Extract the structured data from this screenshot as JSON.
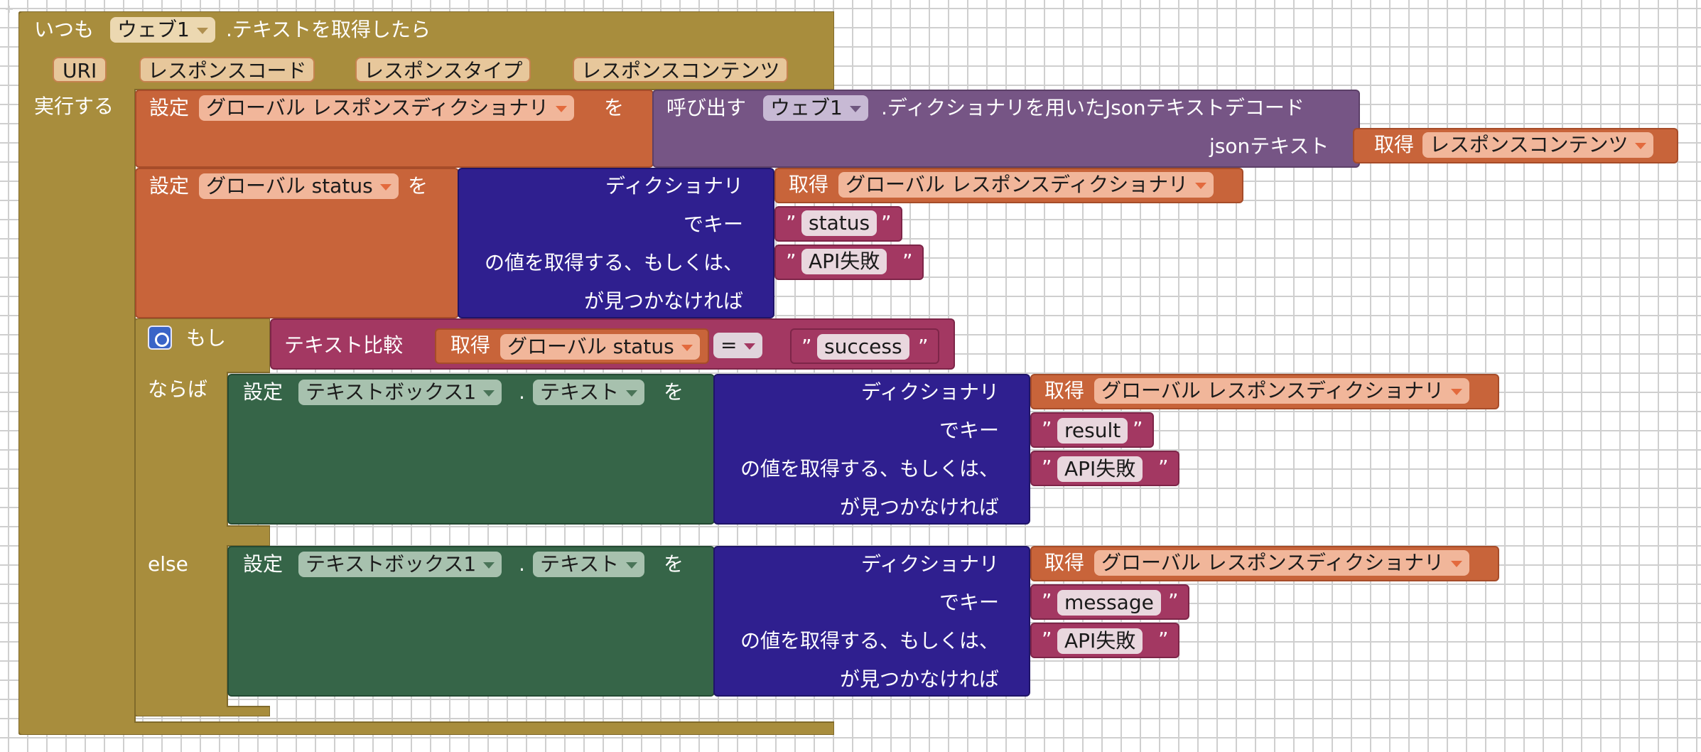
{
  "event": {
    "prefix": "いつも",
    "component": "ウェブ1",
    "suffix": ".テキストを取得したら",
    "params": [
      "URI",
      "レスポンスコード",
      "レスポンスタイプ",
      "レスポンスコンテンツ"
    ],
    "do_label": "実行する"
  },
  "stmt1": {
    "set_label": "設定",
    "var": "グローバル レスポンスディクショナリ",
    "to_label": "を",
    "call_label": "呼び出す",
    "call_component": "ウェブ1",
    "call_method": ".ディクショナリを用いたJsonテキストデコード",
    "json_label": "jsonテキスト",
    "get_label": "取得",
    "get_var": "レスポンスコンテンツ"
  },
  "stmt2": {
    "set_label": "設定",
    "var": "グローバル status",
    "to_label": "を",
    "dict_label": "ディクショナリ",
    "key_label": "でキー",
    "default_label": "の値を取得する、もしくは、",
    "notfound_label": "が見つかなければ",
    "get_label": "取得",
    "get_var": "グローバル レスポンスディクショナリ",
    "key_value": "status",
    "default_value": "API失敗"
  },
  "if_block": {
    "if_label": "もし",
    "then_label": "ならば",
    "else_label": "else",
    "compare_label": "テキスト比較",
    "get_label": "取得",
    "get_var": "グローバル status",
    "operator": "=",
    "compare_value": "success"
  },
  "then_stmt": {
    "set_label": "設定",
    "component": "テキストボックス1",
    "dot": ".",
    "property": "テキスト",
    "to_label": "を",
    "dict_label": "ディクショナリ",
    "key_label": "でキー",
    "default_label": "の値を取得する、もしくは、",
    "notfound_label": "が見つかなければ",
    "get_label": "取得",
    "get_var": "グローバル レスポンスディクショナリ",
    "key_value": "result",
    "default_value": "API失敗"
  },
  "else_stmt": {
    "set_label": "設定",
    "component": "テキストボックス1",
    "dot": ".",
    "property": "テキスト",
    "to_label": "を",
    "dict_label": "ディクショナリ",
    "key_label": "でキー",
    "default_label": "の値を取得する、もしくは、",
    "notfound_label": "が見つかなければ",
    "get_label": "取得",
    "get_var": "グローバル レスポンスディクショナリ",
    "key_value": "message",
    "default_value": "API失敗"
  },
  "quote": "”",
  "colors": {
    "event": "#a88d3d",
    "variable": "#c8643a",
    "procedure": "#765585",
    "dictionary": "#2f1f8f",
    "component": "#366548",
    "text": "#a33862",
    "control": "#a88d3d"
  }
}
